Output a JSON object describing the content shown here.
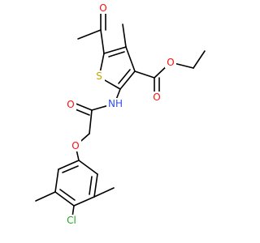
{
  "molecule": {
    "atoms": [
      {
        "id": "O_acetyl",
        "label": "O",
        "color": "#ff0d0d"
      },
      {
        "id": "S_ring",
        "label": "S",
        "color": "#c6a600"
      },
      {
        "id": "O_ester_carbonyl",
        "label": "O",
        "color": "#ff0d0d"
      },
      {
        "id": "O_ester",
        "label": "O",
        "color": "#ff0d0d"
      },
      {
        "id": "N_amide",
        "label": "NH",
        "color": "#3050f8"
      },
      {
        "id": "O_amide",
        "label": "O",
        "color": "#ff0d0d"
      },
      {
        "id": "O_ether",
        "label": "O",
        "color": "#ff0d0d"
      },
      {
        "id": "Cl",
        "label": "Cl",
        "color": "#1fa51f"
      }
    ],
    "bond_color": "#000000"
  }
}
